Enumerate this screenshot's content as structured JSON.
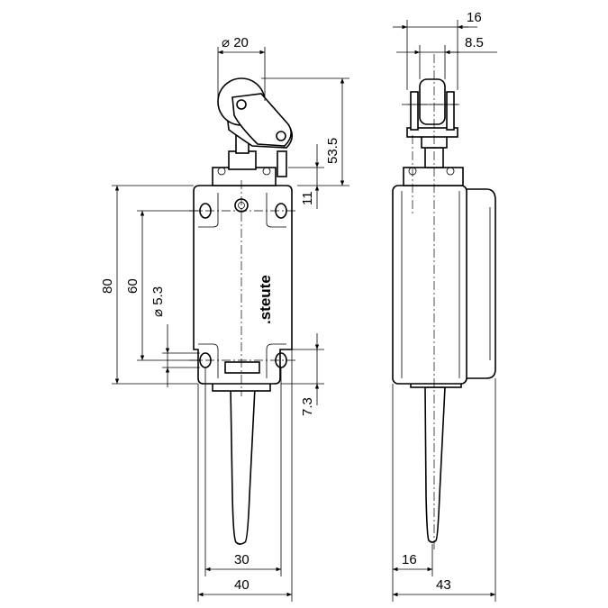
{
  "brand": ".steute",
  "dimensions": {
    "roller_diameter": "⌀ 20",
    "side_total_width": "16",
    "side_roller_width": "8.5",
    "actuator_height": "53.5",
    "top_offset": "11",
    "body_height": "80",
    "hole_spacing_vertical": "60",
    "hole_diameter": "⌀ 5.3",
    "bottom_offset": "7.3",
    "hole_spacing_horizontal": "30",
    "body_width": "40",
    "side_lever_offset": "16",
    "side_depth": "43"
  }
}
